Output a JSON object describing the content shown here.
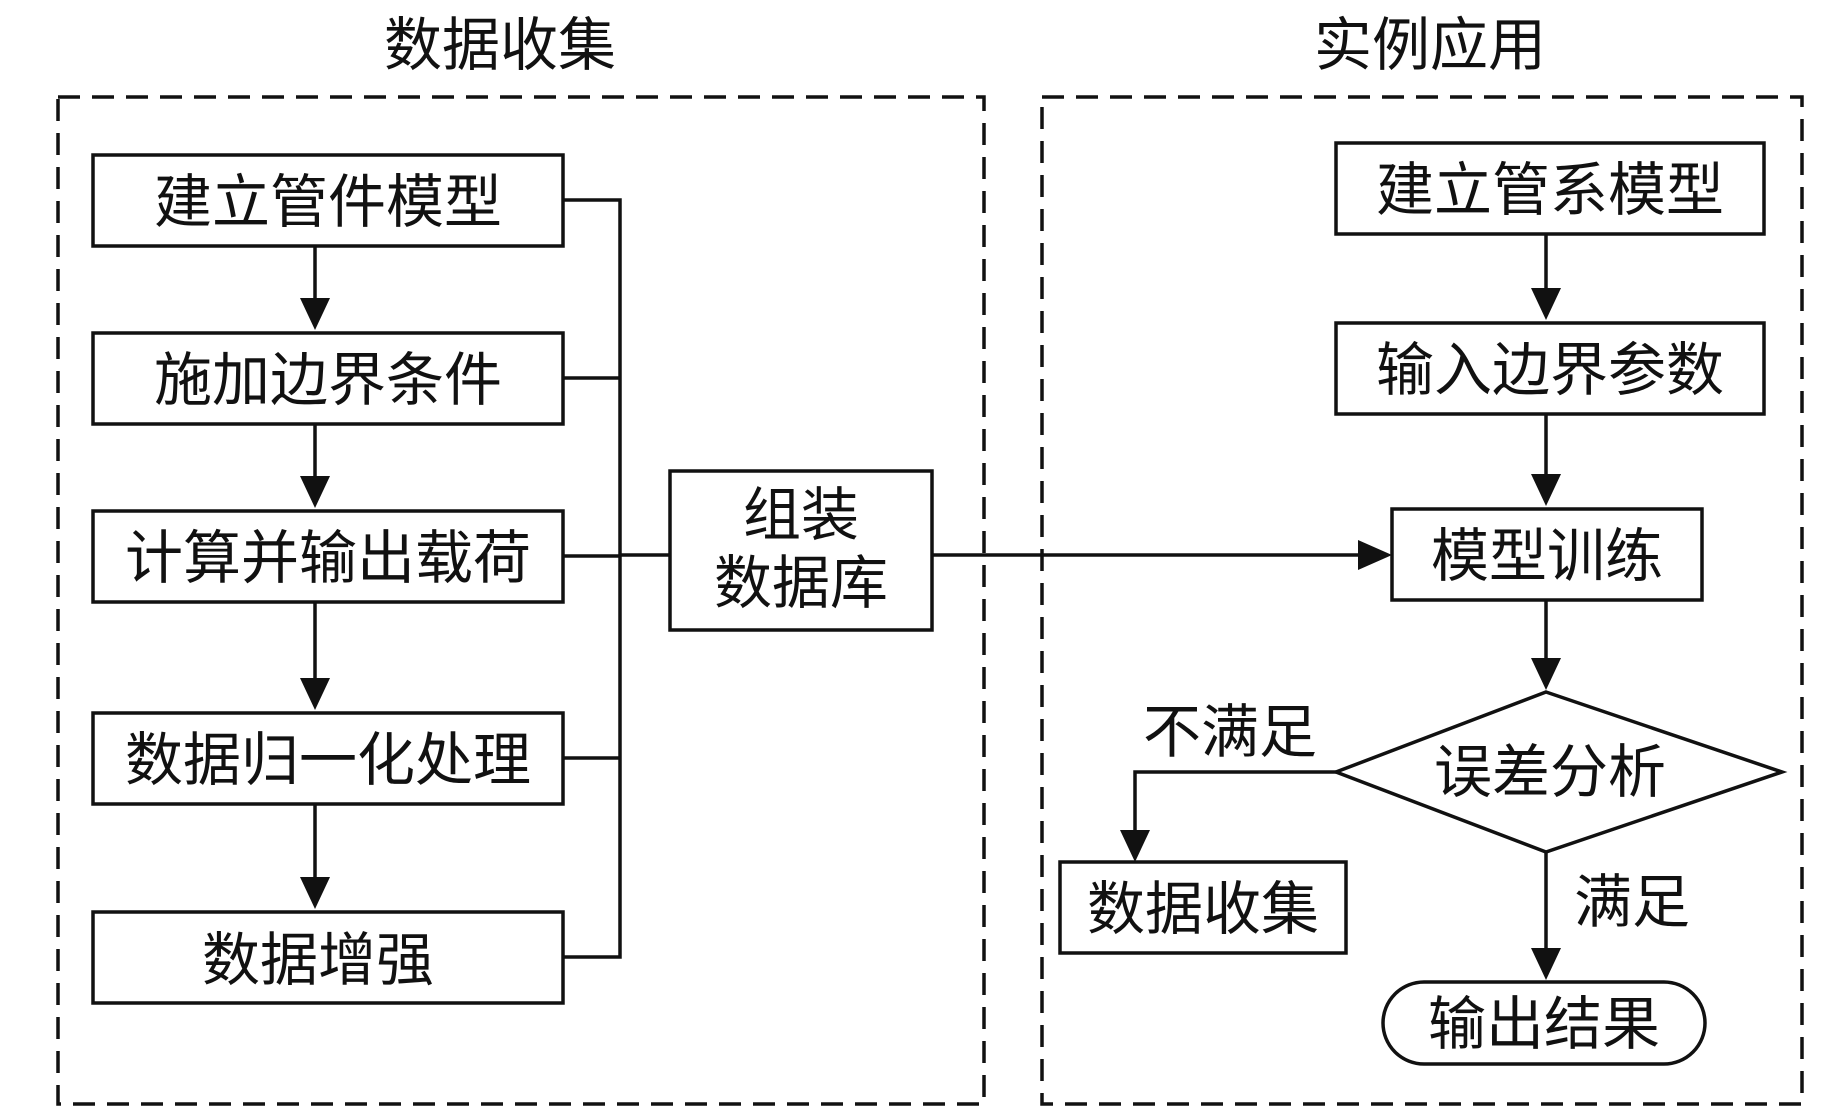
{
  "sections": {
    "collection_title": "数据收集",
    "application_title": "实例应用"
  },
  "collection_steps": [
    "建立管件模型",
    "施加边界条件",
    "计算并输出载荷",
    "数据归一化处理",
    "数据增强"
  ],
  "assemble": {
    "line1": "组装",
    "line2": "数据库"
  },
  "application_steps": {
    "build_model": "建立管系模型",
    "input_params": "输入边界参数",
    "train": "模型训练",
    "error_analysis": "误差分析",
    "output": "输出结果",
    "back_to_collection": "数据收集"
  },
  "edge_labels": {
    "not_satisfied": "不满足",
    "satisfied": "满足"
  }
}
